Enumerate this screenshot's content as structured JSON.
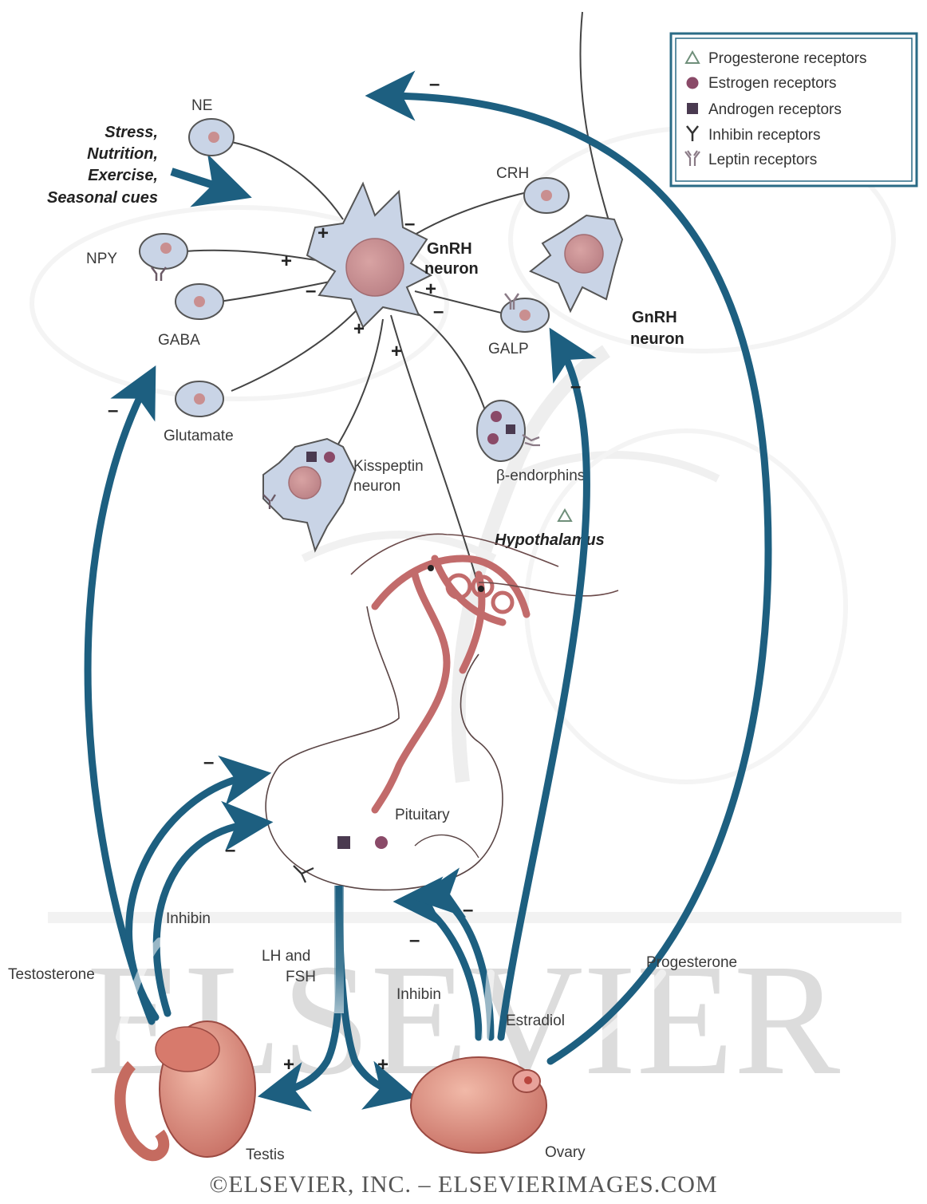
{
  "legend": {
    "items": [
      {
        "symbol": "triangle",
        "label": "Progesterone receptors",
        "color": "#6f8f7a"
      },
      {
        "symbol": "circle",
        "label": "Estrogen receptors",
        "color": "#8a4a68"
      },
      {
        "symbol": "square",
        "label": "Androgen receptors",
        "color": "#4a3a50"
      },
      {
        "symbol": "y-shape",
        "label": "Inhibin receptors",
        "color": "#333333"
      },
      {
        "symbol": "double-y",
        "label": "Leptin receptors",
        "color": "#8a7a86"
      }
    ]
  },
  "inputs": {
    "line1": "Stress,",
    "line2": "Nutrition,",
    "line3": "Exercise,",
    "line4": "Seasonal cues"
  },
  "neurons": {
    "ne": "NE",
    "npy": "NPY",
    "gaba": "GABA",
    "glutamate": "Glutamate",
    "crh": "CRH",
    "galp": "GALP",
    "gnrh_main_1": "GnRH",
    "gnrh_main_2": "neuron",
    "gnrh_second_1": "GnRH",
    "gnrh_second_2": "neuron",
    "kisspeptin_1": "Kisspeptin",
    "kisspeptin_2": "neuron",
    "endorphins": "β-endorphins"
  },
  "regions": {
    "hypothalamus": "Hypothalamus",
    "pituitary": "Pituitary",
    "testis": "Testis",
    "ovary": "Ovary"
  },
  "hormones": {
    "lh_fsh_1": "LH and",
    "lh_fsh_2": "FSH",
    "testosterone": "Testosterone",
    "inhibin_male": "Inhibin",
    "inhibin_female": "Inhibin",
    "estradiol": "Estradiol",
    "progesterone": "Progesterone"
  },
  "signs": {
    "plus": "+",
    "minus": "–"
  },
  "watermark": "ELSEVIER",
  "copyright": "©ELSEVIER, INC. – ELSEVIERIMAGES.COM",
  "colors": {
    "arrow": "#1d5f80",
    "neuron": "#c9d4e6",
    "nucleus": "#c98f90",
    "vessel": "#c26b6b",
    "organ": "#d6857a"
  }
}
